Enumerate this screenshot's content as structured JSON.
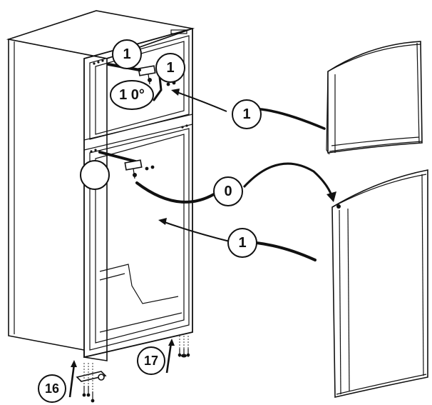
{
  "diagram": {
    "callouts": {
      "top_left": "1",
      "top_right": "1",
      "angle": "1 0°",
      "freezer_door": "1",
      "reverse": "0",
      "main_door": "1",
      "empty": ""
    },
    "steps": {
      "step_16": "16",
      "step_17": "17"
    }
  }
}
